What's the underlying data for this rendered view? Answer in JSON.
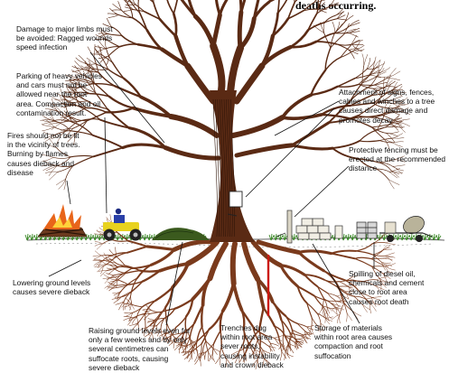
{
  "header": {
    "text": "deaths occurring."
  },
  "annotations": {
    "limbs": "Damage to major limbs must\nbe avoided: Ragged wounds\nspeed infection",
    "parking": "Parking of heavy vehicles\nand cars must not be\nallowed near the root\narea. Compaction and oil\ncontamination result.",
    "fires": "Fires should not be lit\nin the vicinity of trees.\nBurning by flames\ncauses dieback and\ndisease",
    "signs": "Attachment of signs, fences,\ncables and winches to a tree\ncauses direct damage and\npromotes decay",
    "fencing": "Protective fencing must be\nerected at the recommended\ndistance",
    "lowering": "Lowering ground levels\ncauses  severe dieback",
    "spilling": "Spilling of diesel oil,\nchemicals and cement\nclose to root area\ncauses root death",
    "raising": "Raising ground levels even for\nonly a few weeks and by only\nseveral centimetres can\nsuffocate roots, causing\nsevere dieback",
    "trenches": "Trenches dug\nwithin root area\nsever roots,\ncausing instability\nand crown dieback",
    "storage": "Storage of materials\nwithin root area causes\ncompaction and root\nsuffocation"
  },
  "colors": {
    "bark": "#5a2a14",
    "roots": "#7a3a1c",
    "grass": "#3d8a2a",
    "fire": "#e8651a",
    "tractor": "#e8d21e",
    "trench_marker": "#cc1a10",
    "soil_mound": "#3b5a1e"
  },
  "icons": [
    "bonfire-icon",
    "tractor-icon",
    "soil-mound-icon",
    "sign-board-icon",
    "fence-post-icon",
    "stacked-materials-icon",
    "oil-drums-icon",
    "cement-mixer-icon"
  ]
}
